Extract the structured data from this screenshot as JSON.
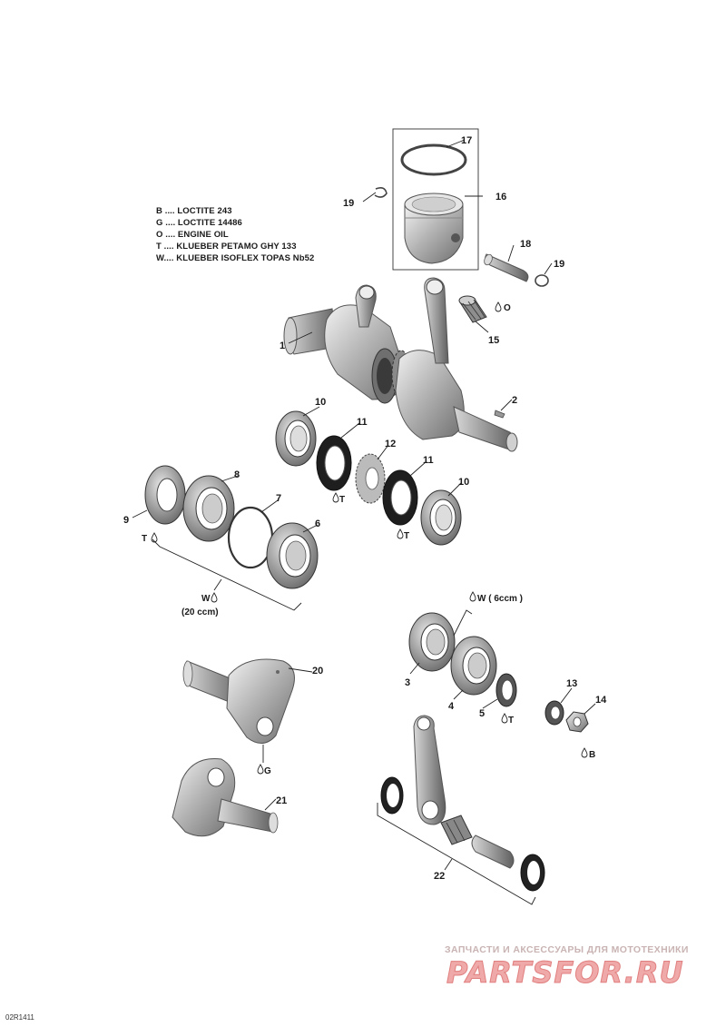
{
  "legend": [
    "B .... LOCTITE 243",
    "G .... LOCTITE 14486",
    "O .... ENGINE OIL",
    "T .... KLUEBER PETAMO GHY 133",
    "W.... KLUEBER ISOFLEX TOPAS Nb52"
  ],
  "callouts": {
    "p1": "1",
    "p2": "2",
    "p3": "3",
    "p4": "4",
    "p5": "5",
    "p6": "6",
    "p7": "7",
    "p8": "8",
    "p9": "9",
    "p10a": "10",
    "p10b": "10",
    "p11a": "11",
    "p11b": "11",
    "p12": "12",
    "p13": "13",
    "p14": "14",
    "p15": "15",
    "p16": "16",
    "p17": "17",
    "p18": "18",
    "p19a": "19",
    "p19b": "19",
    "p20": "20",
    "p21": "21",
    "p22": "22"
  },
  "lube_marks": {
    "o_bearing": "O",
    "t_seal_left": "T",
    "t_seal_right": "T",
    "t_seal_9": "T",
    "w_bearings_left": "W",
    "w_bearings_left_qty": "(20 ccm)",
    "w_bearings_right": "W ( 6ccm )",
    "t_seal_5": "T",
    "b_nut": "B",
    "g_crank": "G"
  },
  "watermark": {
    "subtitle": "ЗАПЧАСТИ И АКСЕССУАРЫ ДЛЯ МОТОТЕХНИКИ",
    "brand": "PARTSFOR.RU"
  },
  "diagram_code": "02R1411"
}
